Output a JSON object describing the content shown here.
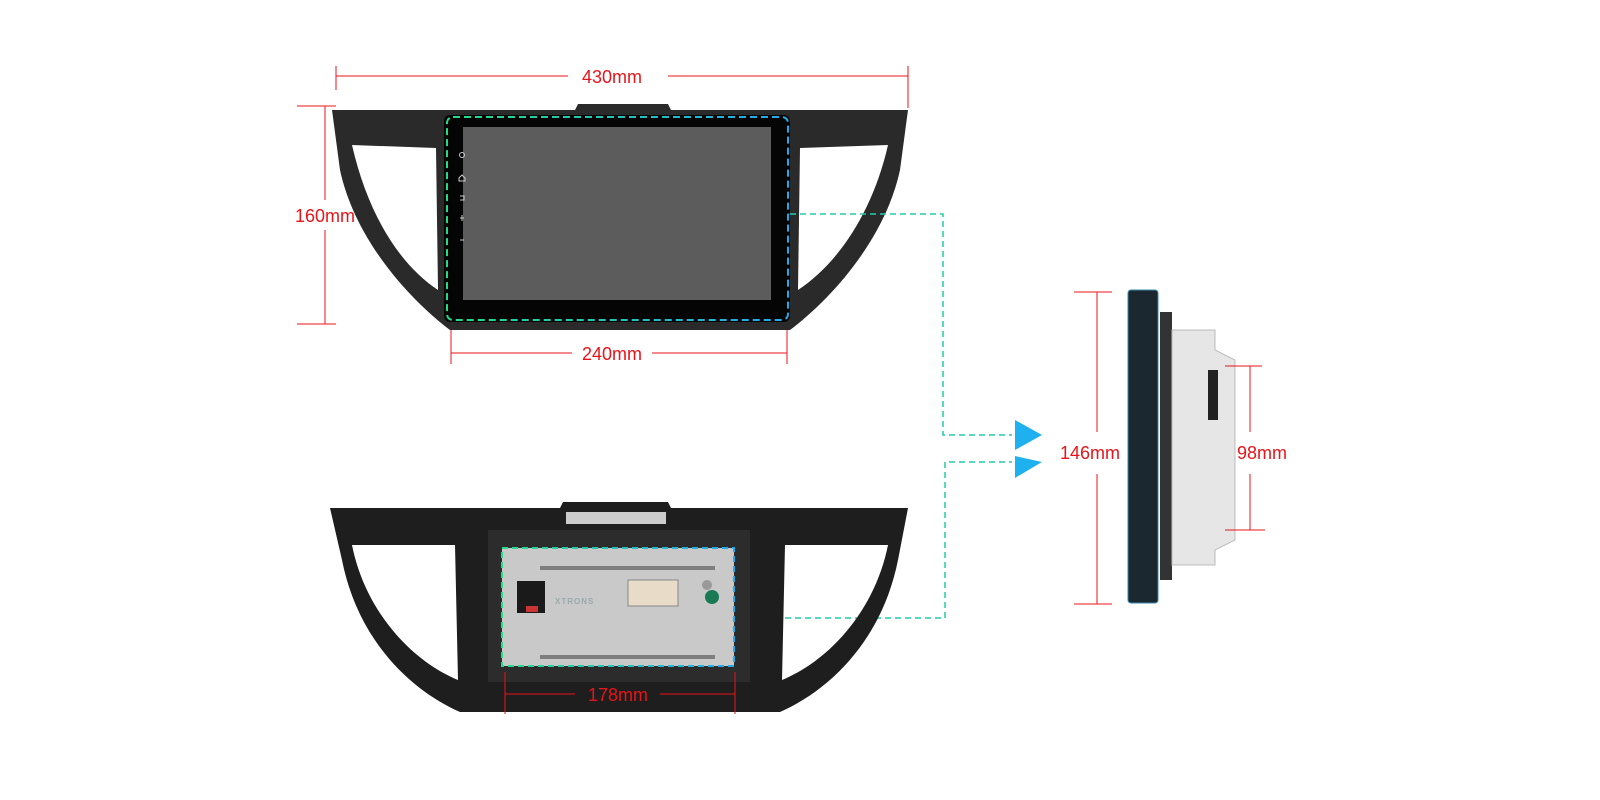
{
  "dimensions": {
    "front_width": "430mm",
    "front_height": "160mm",
    "screen_width": "240mm",
    "side_height": "146mm",
    "body_depth_height": "98mm",
    "rear_chassis_width": "178mm"
  },
  "brand_logo": "XTRONS",
  "colors": {
    "dimension_line": "#e8141a",
    "dash_green": "#22dd88",
    "dash_blue": "#22aaee",
    "arrow": "#1fb0f0",
    "screen": "#5c5c5c",
    "bezel": "#1c1c1c"
  }
}
